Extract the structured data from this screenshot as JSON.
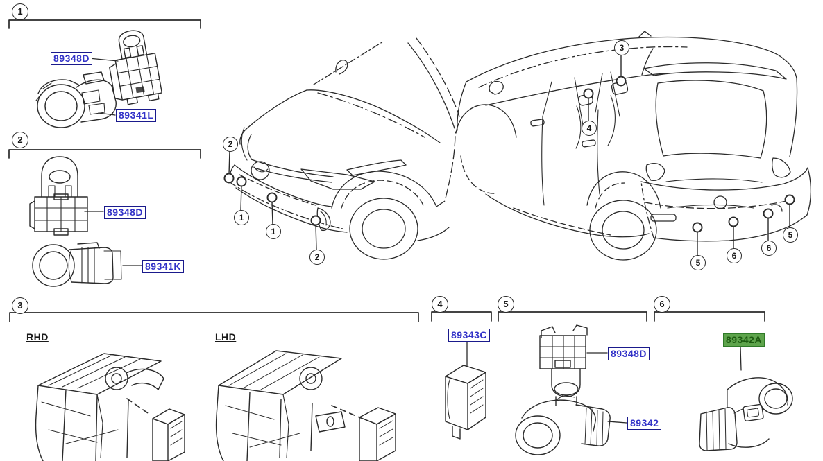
{
  "sections": [
    {
      "num": "1"
    },
    {
      "num": "2"
    },
    {
      "num": "3"
    },
    {
      "num": "4"
    },
    {
      "num": "5"
    },
    {
      "num": "6"
    }
  ],
  "drive_labels": {
    "rhd": "RHD",
    "lhd": "LHD"
  },
  "part_labels": [
    {
      "code": "89348D",
      "highlighted": false
    },
    {
      "code": "89341L",
      "highlighted": false
    },
    {
      "code": "89348D",
      "highlighted": false
    },
    {
      "code": "89341K",
      "highlighted": false
    },
    {
      "code": "89343C",
      "highlighted": false
    },
    {
      "code": "89348D",
      "highlighted": false
    },
    {
      "code": "89342",
      "highlighted": false
    },
    {
      "code": "89342A",
      "highlighted": true
    }
  ],
  "callouts": [
    {
      "n": "2"
    },
    {
      "n": "1"
    },
    {
      "n": "1"
    },
    {
      "n": "2"
    },
    {
      "n": "3"
    },
    {
      "n": "4"
    },
    {
      "n": "5"
    },
    {
      "n": "6"
    },
    {
      "n": "6"
    },
    {
      "n": "5"
    }
  ],
  "colors": {
    "part_link_blue": "#3232c8",
    "part_link_border": "#1a1a8c",
    "highlight_green_bg": "#5ea44c",
    "highlight_green_text": "#1c5a10",
    "line_art": "#2a2a2a"
  }
}
